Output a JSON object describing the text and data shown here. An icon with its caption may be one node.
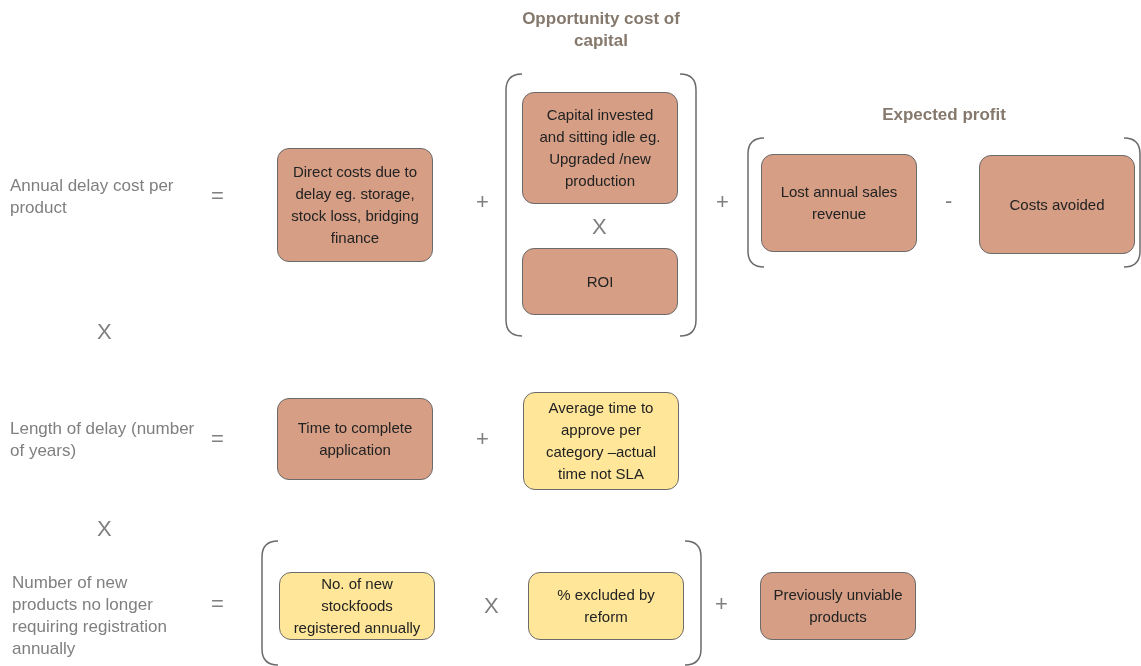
{
  "diagram": {
    "nodes": [
      {
        "text": [
          "Direct costs due to delay eg. storage, stock loss, bridging finance"
        ]
      },
      {
        "text": [
          "Opportunity cost of capital"
        ]
      },
      {
        "text": [
          "Capital invested and sitting idle eg. Upgraded /new production"
        ],
        "in": 1
      },
      {
        "text": [
          "ROI"
        ],
        "in": 1
      },
      {
        "text": [
          "Expected profit"
        ]
      },
      {
        "text": [
          "Lost annual sales revenue"
        ],
        "in": 4
      },
      {
        "text": [
          "Costs avoided"
        ],
        "in": 4
      },
      {
        "text": [
          "Time to complete application"
        ]
      },
      {
        "text": [
          "Average time to approve per category –actual time not SLA"
        ]
      },
      {
        "text": [],
        "shape": "bracket"
      },
      {
        "text": [
          "No. of new stockfoods registered annually"
        ],
        "in": 9
      },
      {
        "text": [
          "% excluded by reform"
        ],
        "in": 9
      },
      {
        "text": [
          "Previously unviable products"
        ]
      }
    ],
    "labels": [
      "Annual delay cost per product",
      "=",
      "+",
      "X",
      "+",
      "-",
      "X",
      "Length of delay (number of years)",
      "=",
      "+",
      "X",
      "Number of new products no longer requiring registration annually",
      "=",
      "X",
      "+"
    ]
  }
}
